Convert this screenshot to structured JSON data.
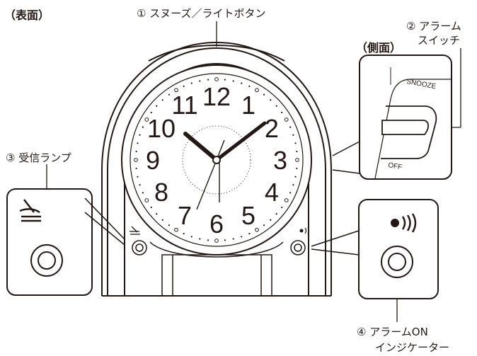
{
  "headings": {
    "front": "（表面）",
    "side": "（側面）"
  },
  "callouts": {
    "c1": "① スヌーズ／ライトボタン",
    "c2_line1": "② アラーム",
    "c2_line2": "スイッチ",
    "c3": "③ 受信ランプ",
    "c4_line1": "④ アラームON",
    "c4_line2": "インジケーター"
  },
  "dial_numbers": [
    "12",
    "1",
    "2",
    "3",
    "4",
    "5",
    "6",
    "7",
    "8",
    "9",
    "10",
    "11"
  ],
  "switch": {
    "top": "SNOOZE",
    "bottom": "OFF"
  },
  "icons": {
    "receive": "radio-signal-icon",
    "alarm": "alarm-sound-icon"
  }
}
